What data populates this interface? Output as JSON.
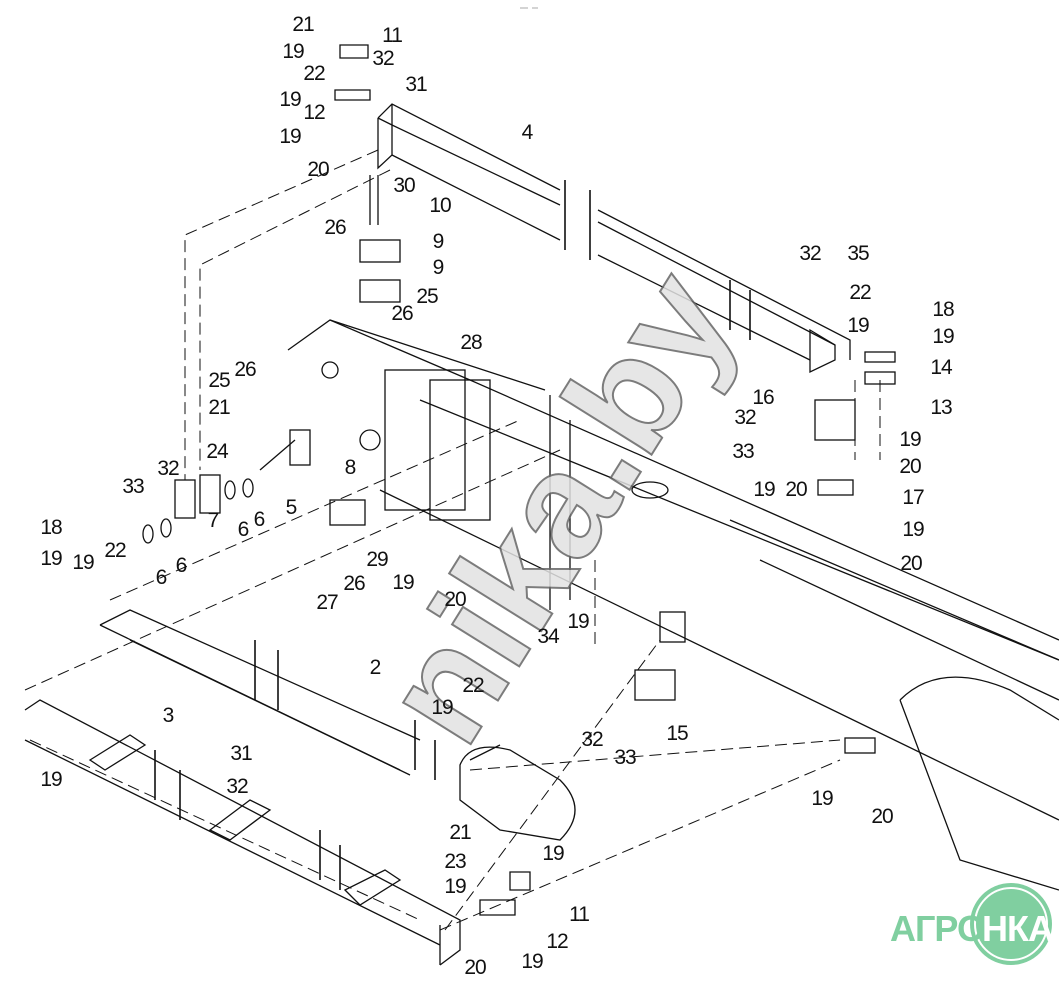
{
  "diagram": {
    "labels": [
      "21",
      "19",
      "11",
      "22",
      "32",
      "19",
      "31",
      "12",
      "19",
      "20",
      "4",
      "30",
      "10",
      "26",
      "9",
      "9",
      "32",
      "35",
      "22",
      "19",
      "18",
      "19",
      "14",
      "13",
      "16",
      "32",
      "33",
      "19",
      "20",
      "19",
      "20",
      "17",
      "19",
      "20",
      "26",
      "25",
      "28",
      "26",
      "25",
      "21",
      "24",
      "5",
      "6",
      "6",
      "7",
      "32",
      "33",
      "8",
      "29",
      "19",
      "20",
      "27",
      "26",
      "6",
      "6",
      "18",
      "19",
      "19",
      "22",
      "2",
      "3",
      "19",
      "31",
      "32",
      "34",
      "19",
      "22",
      "19",
      "32",
      "33",
      "15",
      "19",
      "20",
      "21",
      "19",
      "23",
      "19",
      "11",
      "12",
      "20",
      "19"
    ],
    "watermark": "nika.by",
    "logo": {
      "left_text": "АГРО",
      "circle_text": "НКА"
    }
  }
}
